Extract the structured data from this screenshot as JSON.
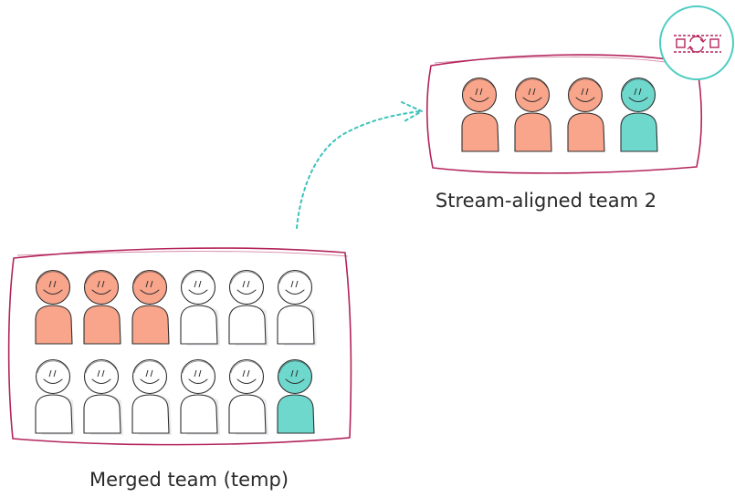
{
  "merged_team": {
    "label": "Merged team (temp)",
    "rows": [
      [
        "salmon",
        "salmon",
        "salmon",
        "white",
        "white",
        "white"
      ],
      [
        "white",
        "white",
        "white",
        "white",
        "white",
        "teal"
      ]
    ]
  },
  "stream_team": {
    "label": "Stream-aligned team 2",
    "members": [
      "salmon",
      "salmon",
      "salmon",
      "teal"
    ],
    "team_type_badge": "stream-aligned-team-icon"
  },
  "colors": {
    "salmon": "#f9a58b",
    "teal": "#6fd8cd",
    "white": "#ffffff",
    "border": "#b3245c",
    "outline": "#2f2f2f",
    "badge": "#4ecdc2",
    "arrow": "#3cc3b8",
    "shadow": "#d7dbe2"
  }
}
